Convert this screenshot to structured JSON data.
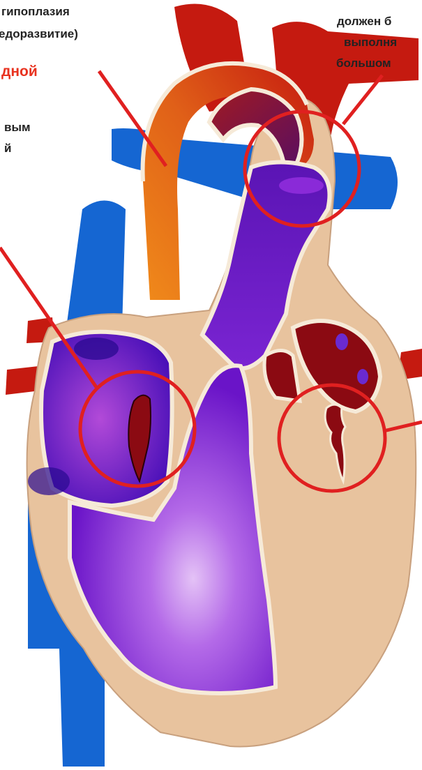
{
  "labels": {
    "top_left_line1": "гипоплазия",
    "top_left_line2": "едоразвитие)",
    "top_left_red": "дной",
    "left_mid_line1": "вым",
    "left_mid_line2": "й",
    "top_right_line1": "должен б",
    "top_right_line2": "выполня",
    "top_right_line3": "большом"
  },
  "colors": {
    "aorta_orange": "#e8641a",
    "aorta_red": "#c51a10",
    "vein_blue": "#1566d2",
    "ventricle_purple": "#7a1fd0",
    "tissue_beige": "#e8c39e",
    "annotation_red": "#e02020",
    "text_dark": "#222222",
    "text_red": "#e8321f"
  }
}
